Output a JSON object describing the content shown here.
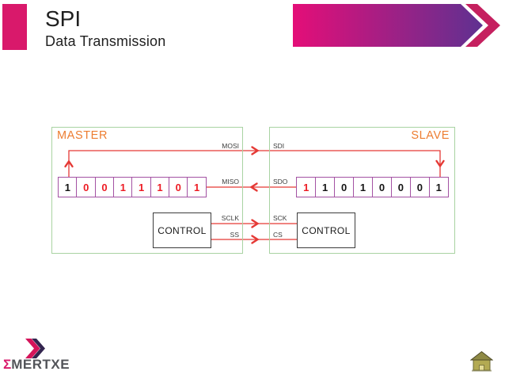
{
  "header": {
    "title": "SPI",
    "subtitle": "Data Transmission"
  },
  "colors": {
    "accent_magenta": "#D9196B",
    "banner_gradient_start": "#E40E78",
    "banner_gradient_end": "#5F3191",
    "banner_chevron": "#C5205F",
    "device_label_orange": "#ED7D31",
    "device_border_green": "#A9D3A2",
    "wire_red": "#E53935",
    "bit_red": "#ED1C24",
    "register_border_purple": "#A352A3",
    "control_border": "#3C3C3C",
    "logo_gray": "#53555A",
    "home_icon_olive": "#B3AA52"
  },
  "diagram": {
    "master": {
      "label": "MASTER",
      "control_label": "CONTROL",
      "bits": [
        {
          "value": "1",
          "color": "dark"
        },
        {
          "value": "0",
          "color": "red"
        },
        {
          "value": "0",
          "color": "red"
        },
        {
          "value": "1",
          "color": "red"
        },
        {
          "value": "1",
          "color": "red"
        },
        {
          "value": "1",
          "color": "red"
        },
        {
          "value": "0",
          "color": "red"
        },
        {
          "value": "1",
          "color": "red"
        }
      ]
    },
    "slave": {
      "label": "SLAVE",
      "control_label": "CONTROL",
      "bits": [
        {
          "value": "1",
          "color": "red"
        },
        {
          "value": "1",
          "color": "dark"
        },
        {
          "value": "0",
          "color": "dark"
        },
        {
          "value": "1",
          "color": "dark"
        },
        {
          "value": "0",
          "color": "dark"
        },
        {
          "value": "0",
          "color": "dark"
        },
        {
          "value": "0",
          "color": "dark"
        },
        {
          "value": "1",
          "color": "dark"
        }
      ]
    },
    "signals": [
      {
        "master_label": "MOSI",
        "slave_label": "SDI",
        "direction": "master-to-slave"
      },
      {
        "master_label": "MISO",
        "slave_label": "SDO",
        "direction": "slave-to-master"
      },
      {
        "master_label": "SCLK",
        "slave_label": "SCK",
        "direction": "master-to-slave"
      },
      {
        "master_label": "SS",
        "slave_label": "CS",
        "direction": "master-to-slave"
      }
    ]
  },
  "footer": {
    "logo_sigma": "Σ",
    "logo_name": "MERTXE",
    "icons": [
      "logo-chevron-icon",
      "home-icon"
    ]
  }
}
